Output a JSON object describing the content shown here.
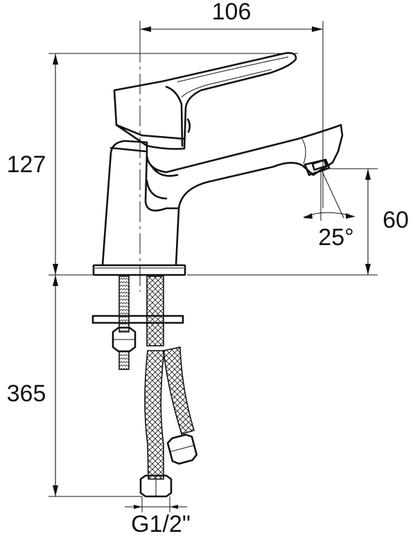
{
  "dimensions": {
    "width_top": "106",
    "height_body": "127",
    "spout_height": "60",
    "spout_angle": "25°",
    "hose_length": "365",
    "connection_thread": "G1/2\""
  }
}
